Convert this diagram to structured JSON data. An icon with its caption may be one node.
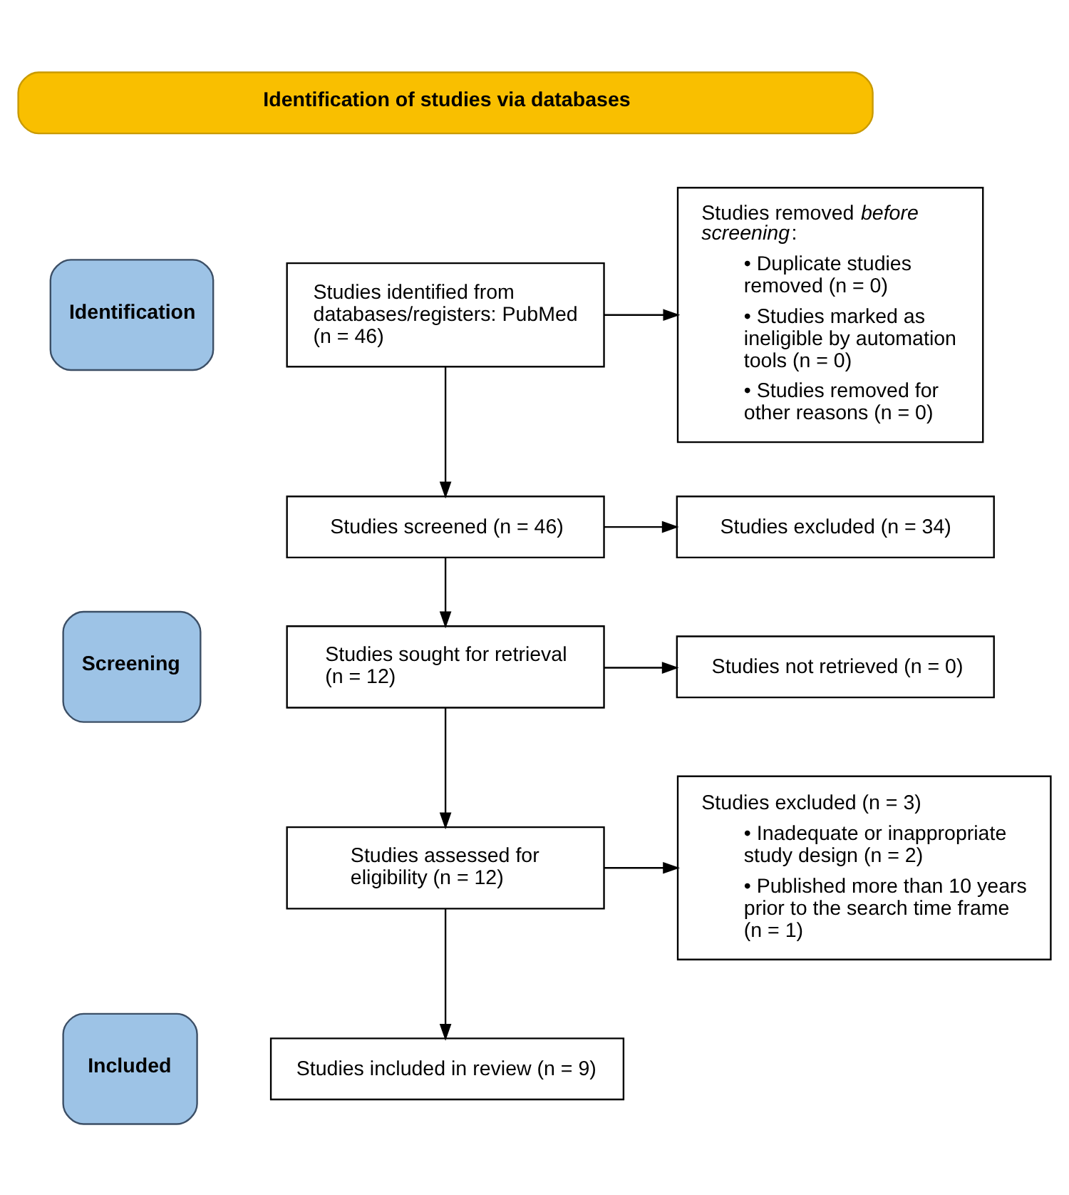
{
  "diagram": {
    "nodes": [
      {
        "text": [
          "Identification of studies via databases"
        ]
      },
      {
        "text": [
          "Identification"
        ]
      },
      {
        "text": [
          "Studies identified from databases/registers: PubMed (n = 46)"
        ]
      },
      {
        "text": [
          "Studies removed *before screening*:",
          "• Duplicate studies removed (n = 0)",
          "• Studies marked as ineligible by automation tools (n = 0)",
          "• Studies removed for other reasons (n = 0)"
        ]
      },
      {
        "text": [
          "Screening"
        ]
      },
      {
        "text": [
          "Studies screened (n = 46)"
        ]
      },
      {
        "text": [
          "Studies excluded (n = 34)"
        ]
      },
      {
        "text": [
          "Studies sought for retrieval (n = 12)"
        ]
      },
      {
        "text": [
          "Studies not retrieved (n = 0)"
        ]
      },
      {
        "text": [
          "Studies assessed for eligibility (n = 12)"
        ]
      },
      {
        "text": [
          "Studies excluded (n = 3)",
          "• Inadequate or inappropriate study design (n = 2)",
          "• Published more than 10 years prior to the search time frame (n = 1)"
        ]
      },
      {
        "text": [
          "Included"
        ]
      },
      {
        "text": [
          "Studies included in review (n = 9)"
        ]
      }
    ],
    "edges": [
      {
        "from": 2,
        "to": 3,
        "arrow": "to"
      },
      {
        "from": 2,
        "to": 5,
        "arrow": "to"
      },
      {
        "from": 5,
        "to": 6,
        "arrow": "to"
      },
      {
        "from": 5,
        "to": 7,
        "arrow": "to"
      },
      {
        "from": 7,
        "to": 8,
        "arrow": "to"
      },
      {
        "from": 7,
        "to": 9,
        "arrow": "to"
      },
      {
        "from": 9,
        "to": 10,
        "arrow": "to"
      },
      {
        "from": 9,
        "to": 12,
        "arrow": "to"
      }
    ]
  }
}
